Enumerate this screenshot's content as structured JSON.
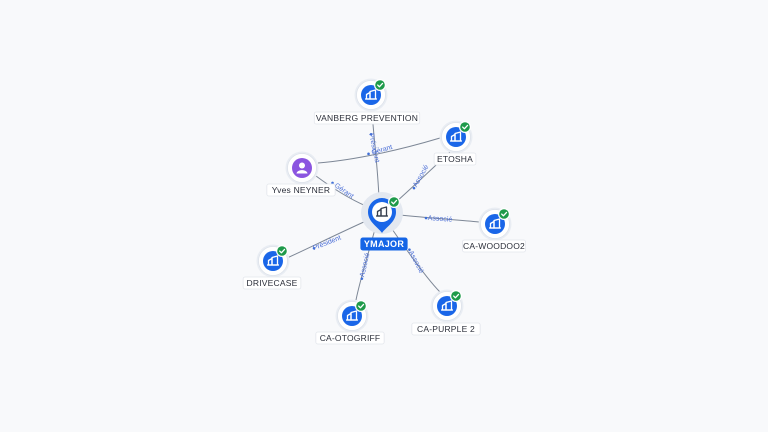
{
  "colors": {
    "company": "#1a66e8",
    "person": "#8b55e0",
    "check": "#1e9a4a",
    "edge": "#7d8796",
    "edge_label": "#4c6fd6",
    "center_label_bg": "#1565e6"
  },
  "center": {
    "id": "ymajor",
    "label": "YMAJOR",
    "icon": "building-icon",
    "verified": true
  },
  "nodes": [
    {
      "id": "vanberg",
      "label": "VANBERG PREVENTION",
      "kind": "company",
      "icon": "building-icon",
      "verified": true
    },
    {
      "id": "etosha",
      "label": "ETOSHA",
      "kind": "company",
      "icon": "building-icon",
      "verified": true
    },
    {
      "id": "yves",
      "label": "Yves NEYNER",
      "kind": "person",
      "icon": "person-icon",
      "verified": false
    },
    {
      "id": "woodoo",
      "label": "CA-WOODOO2",
      "kind": "company",
      "icon": "building-icon",
      "verified": true
    },
    {
      "id": "drivecase",
      "label": "DRIVECASE",
      "kind": "company",
      "icon": "building-icon",
      "verified": true
    },
    {
      "id": "otogriff",
      "label": "CA-OTOGRIFF",
      "kind": "company",
      "icon": "building-icon",
      "verified": true
    },
    {
      "id": "purple",
      "label": "CA-PURPLE 2",
      "kind": "company",
      "icon": "building-icon",
      "verified": true
    }
  ],
  "edges": [
    {
      "from": "ymajor",
      "to": "vanberg",
      "label": "Président"
    },
    {
      "from": "ymajor",
      "to": "etosha",
      "label": "Associé"
    },
    {
      "from": "yves",
      "to": "etosha",
      "label": "Gérant"
    },
    {
      "from": "yves",
      "to": "ymajor",
      "label": "Gérant"
    },
    {
      "from": "ymajor",
      "to": "woodoo",
      "label": "Associé"
    },
    {
      "from": "ymajor",
      "to": "drivecase",
      "label": "Président"
    },
    {
      "from": "ymajor",
      "to": "otogriff",
      "label": "Associé"
    },
    {
      "from": "ymajor",
      "to": "purple",
      "label": "Associé"
    }
  ]
}
